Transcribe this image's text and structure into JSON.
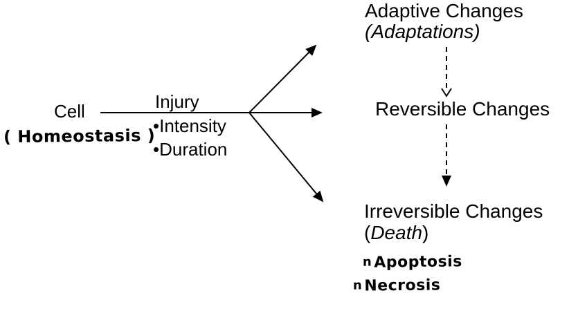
{
  "diagram": {
    "cell": {
      "label": "Cell",
      "annotation": "( Homeostasis )"
    },
    "injury": {
      "label": "Injury",
      "bullets": [
        "•Intensity",
        "•Duration"
      ]
    },
    "outcomes": {
      "adaptive": {
        "title": "Adaptive Changes",
        "subtitle": "(Adaptations)"
      },
      "reversible": {
        "title": "Reversible Changes"
      },
      "irreversible": {
        "title": "Irreversible Changes",
        "paren_open": "(",
        "subtitle_word": "Death",
        "paren_close": ")"
      }
    },
    "handwritten_notes": {
      "apoptosis_marker": "n",
      "apoptosis": "Apoptosis",
      "necrosis_marker": "n",
      "necrosis": "Necrosis"
    },
    "colors": {
      "ink": "#000000",
      "background": "#ffffff"
    }
  }
}
